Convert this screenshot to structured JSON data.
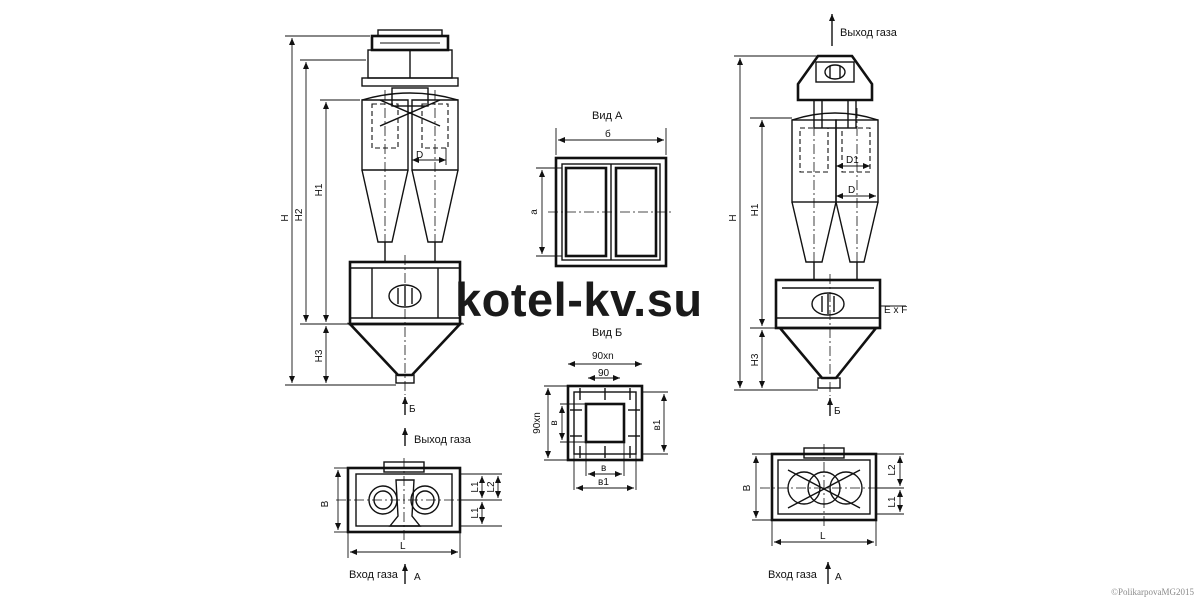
{
  "watermark": "kotel-kv.su",
  "copyright": "©PolikarpovaMG2015",
  "labels": {
    "gas_out": "Выход газа",
    "gas_in": "Вход газа",
    "arrow_a": "А",
    "arrow_b": "Б",
    "view_a": "Вид А",
    "view_b": "Вид Б",
    "H": "H",
    "H1": "H1",
    "H2": "H2",
    "H3": "H3",
    "D": "D",
    "D1": "D1",
    "B": "B",
    "L": "L",
    "L1": "L1",
    "L2": "L2",
    "a": "а",
    "b_small": "б",
    "v": "в",
    "v1": "в1",
    "p90xn": "90xn",
    "p90": "90",
    "ExF": "E x F"
  }
}
